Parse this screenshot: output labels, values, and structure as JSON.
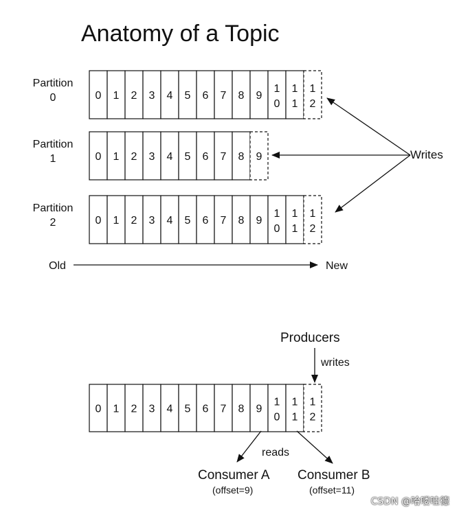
{
  "title": "Anatomy of a Topic",
  "partitions": [
    {
      "label_line1": "Partition",
      "label_line2": "0",
      "cells": [
        [
          "0"
        ],
        [
          "1"
        ],
        [
          "2"
        ],
        [
          "3"
        ],
        [
          "4"
        ],
        [
          "5"
        ],
        [
          "6"
        ],
        [
          "7"
        ],
        [
          "8"
        ],
        [
          "9"
        ],
        [
          "1",
          "0"
        ],
        [
          "1",
          "1"
        ]
      ],
      "next_cell": [
        "1",
        "2"
      ]
    },
    {
      "label_line1": "Partition",
      "label_line2": "1",
      "cells": [
        [
          "0"
        ],
        [
          "1"
        ],
        [
          "2"
        ],
        [
          "3"
        ],
        [
          "4"
        ],
        [
          "5"
        ],
        [
          "6"
        ],
        [
          "7"
        ],
        [
          "8"
        ]
      ],
      "next_cell": [
        "9"
      ]
    },
    {
      "label_line1": "Partition",
      "label_line2": "2",
      "cells": [
        [
          "0"
        ],
        [
          "1"
        ],
        [
          "2"
        ],
        [
          "3"
        ],
        [
          "4"
        ],
        [
          "5"
        ],
        [
          "6"
        ],
        [
          "7"
        ],
        [
          "8"
        ],
        [
          "9"
        ],
        [
          "1",
          "0"
        ],
        [
          "1",
          "1"
        ]
      ],
      "next_cell": [
        "1",
        "2"
      ]
    }
  ],
  "writes_label": "Writes",
  "axis": {
    "old_label": "Old",
    "new_label": "New"
  },
  "log": {
    "producers_label": "Producers",
    "writes_label": "writes",
    "cells": [
      [
        "0"
      ],
      [
        "1"
      ],
      [
        "2"
      ],
      [
        "3"
      ],
      [
        "4"
      ],
      [
        "5"
      ],
      [
        "6"
      ],
      [
        "7"
      ],
      [
        "8"
      ],
      [
        "9"
      ],
      [
        "1",
        "0"
      ],
      [
        "1",
        "1"
      ]
    ],
    "next_cell": [
      "1",
      "2"
    ],
    "reads_label": "reads",
    "consumers": [
      {
        "name": "Consumer A",
        "offset_label": "(offset=9)",
        "offset": 9
      },
      {
        "name": "Consumer B",
        "offset_label": "(offset=11)",
        "offset": 11
      }
    ]
  },
  "watermark": "CSDN @哈喽哇德",
  "colors": {
    "stroke": "#111111",
    "text": "#111111",
    "background": "#ffffff"
  }
}
